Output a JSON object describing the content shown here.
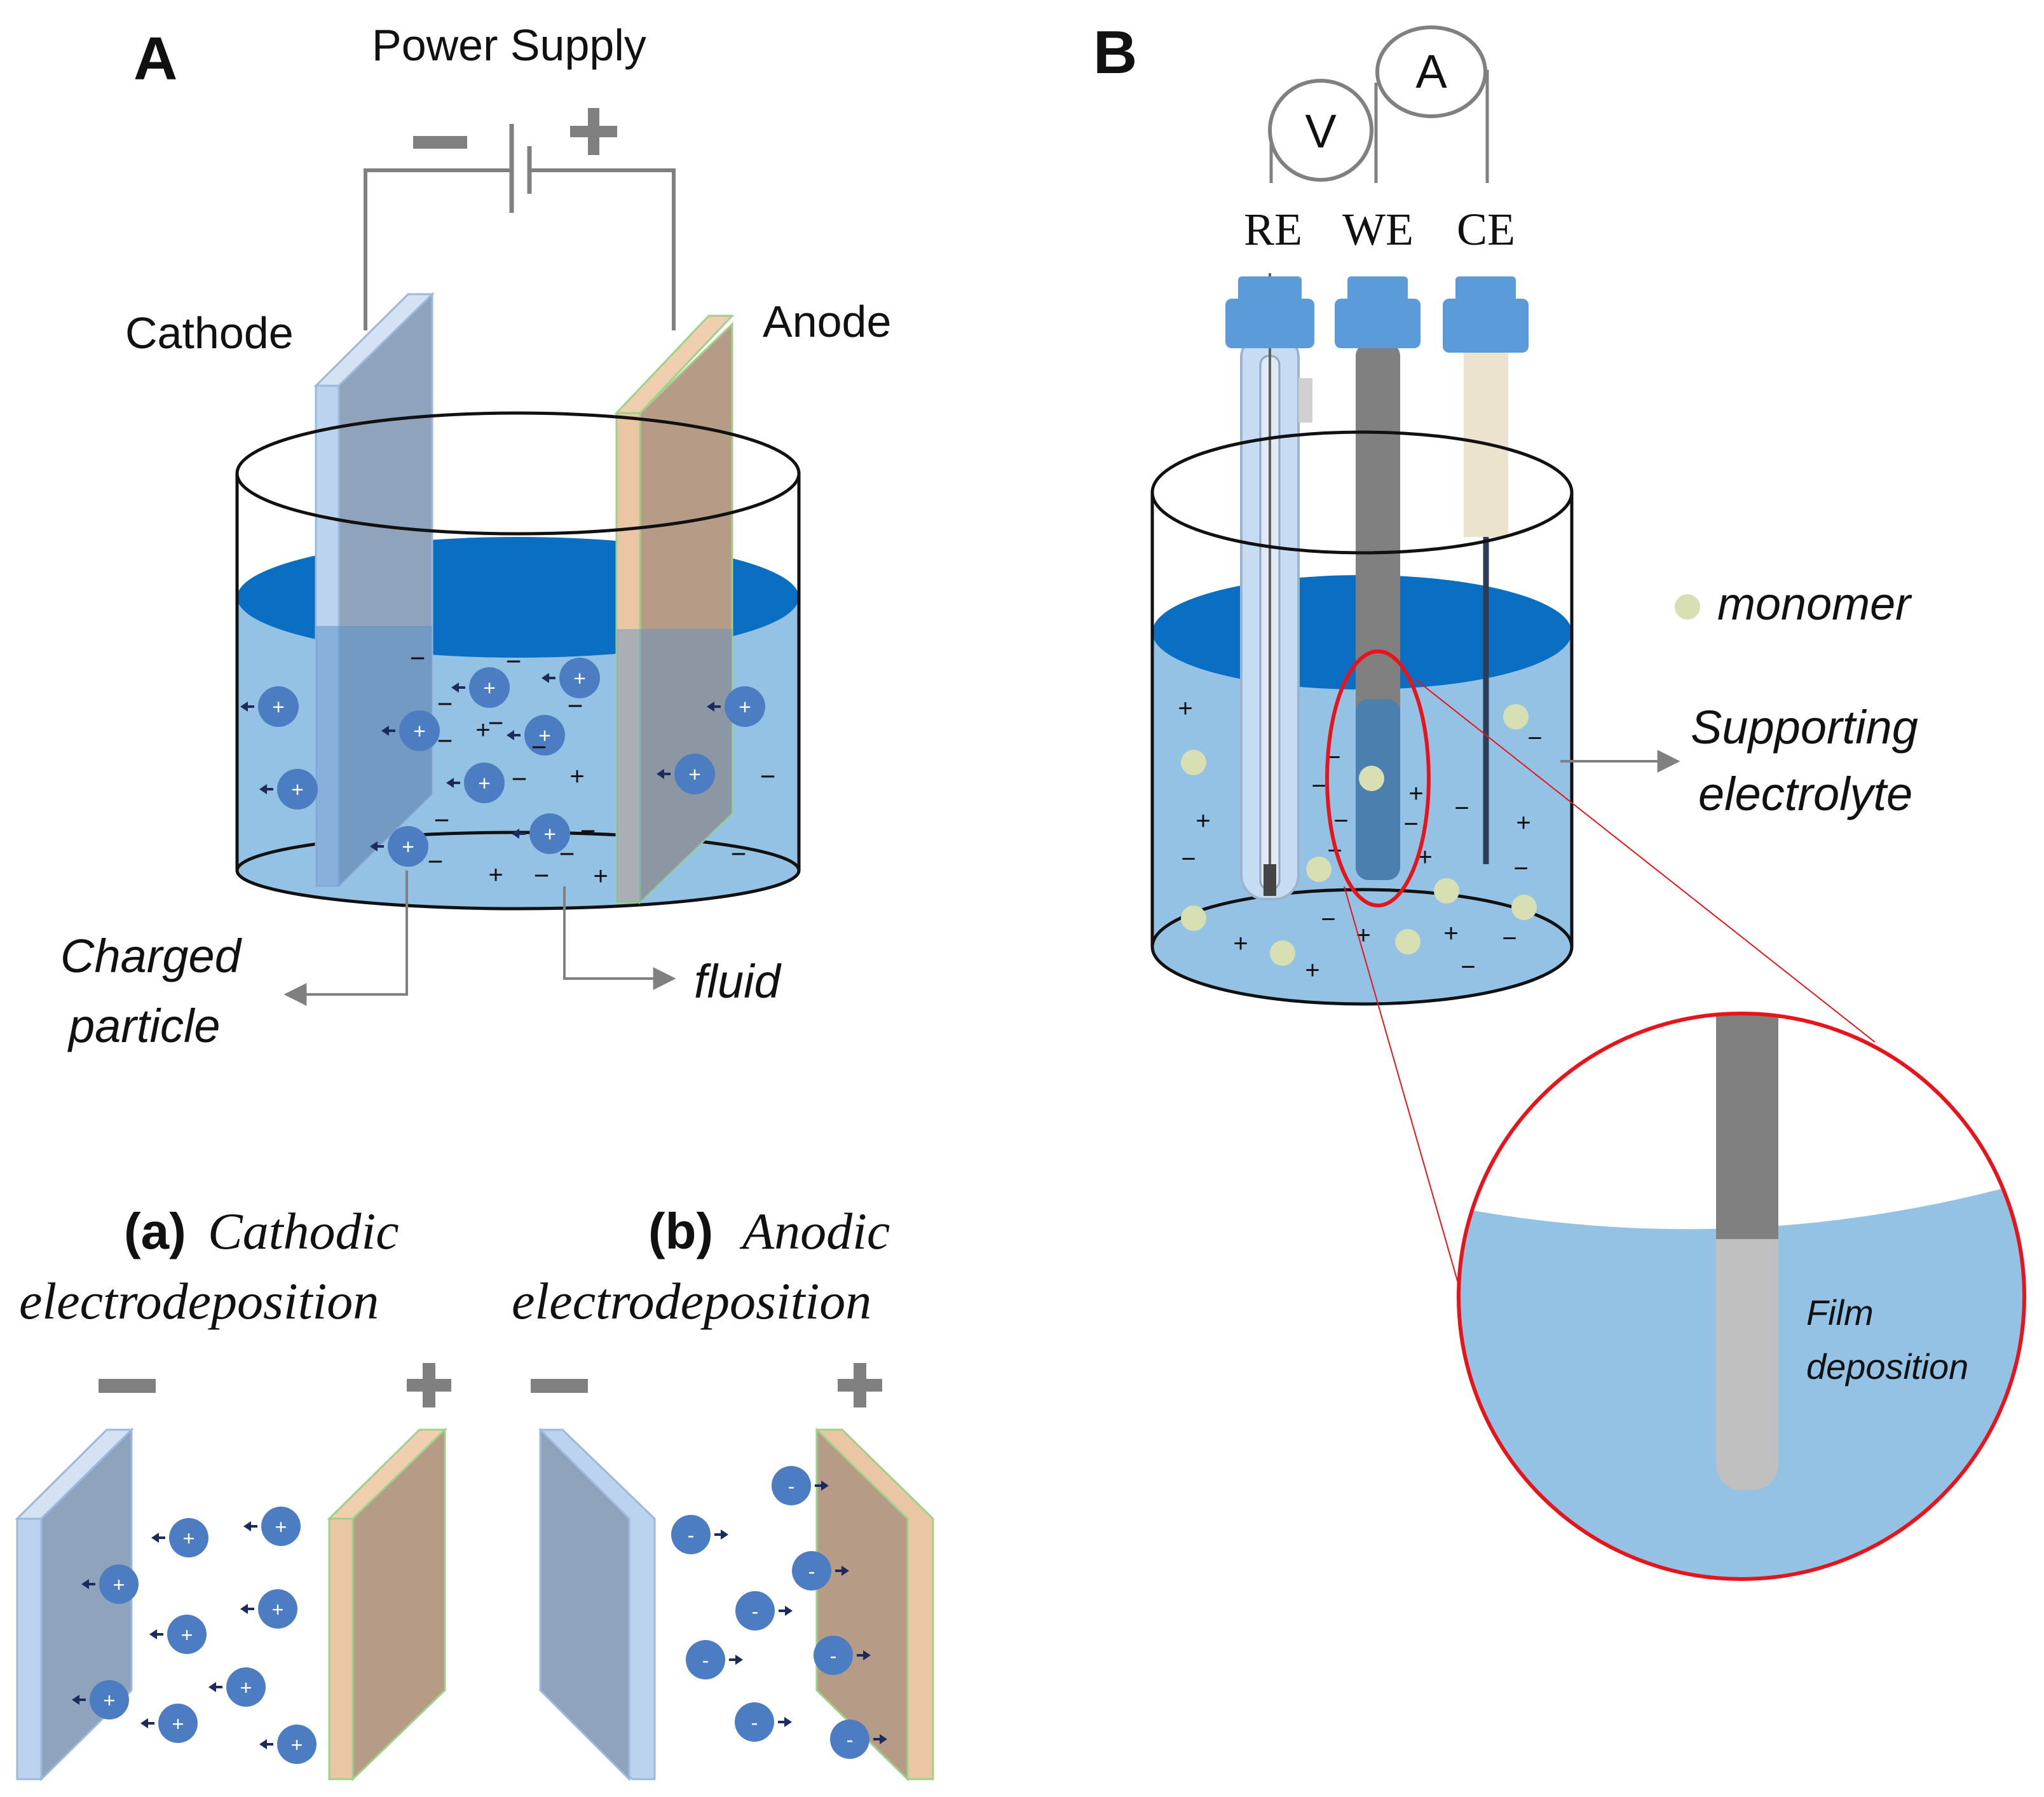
{
  "panel_a": {
    "label": "A",
    "power_supply": "Power Supply",
    "minus_sign": "−",
    "plus_sign": "+",
    "cathode": "Cathode",
    "anode": "Anode",
    "charged_particle_line1": "Charged",
    "charged_particle_line2": "particle",
    "fluid": "fluid",
    "particle_symbol": "+",
    "free_plus": "+",
    "free_minus": "−"
  },
  "panel_b": {
    "label": "B",
    "voltmeter": "V",
    "ammeter": "A",
    "re": "RE",
    "we": "WE",
    "ce": "CE",
    "monomer": "monomer",
    "supporting_line1": "Supporting",
    "supporting_line2": "electrolyte",
    "film_line1": "Film",
    "film_line2": "deposition",
    "free_plus": "+",
    "free_minus": "−"
  },
  "sub_a": {
    "tag": "(a)",
    "title_line1": "Cathodic",
    "title_line2": "electrodeposition",
    "minus_sign": "−",
    "plus_sign": "+",
    "particle_symbol": "+"
  },
  "sub_b": {
    "tag": "(b)",
    "title_line1": "Anodic",
    "title_line2": "electrodeposition",
    "minus_sign": "−",
    "plus_sign": "+",
    "particle_symbol": "-"
  },
  "colors": {
    "cathode_plate": "#8fa3bd",
    "cathode_edge": "#bcd3ef",
    "anode_plate": "#b69c86",
    "anode_edge": "#ebc6a4",
    "electrolyte": "#94c2e4",
    "electrolyte_surface": "#0a6fc2",
    "particle": "#4c7dc3",
    "wire": "#808080",
    "electrode_cap": "#5b9bd9",
    "highlight": "#e8141b",
    "monomer": "#d8dfb2"
  }
}
